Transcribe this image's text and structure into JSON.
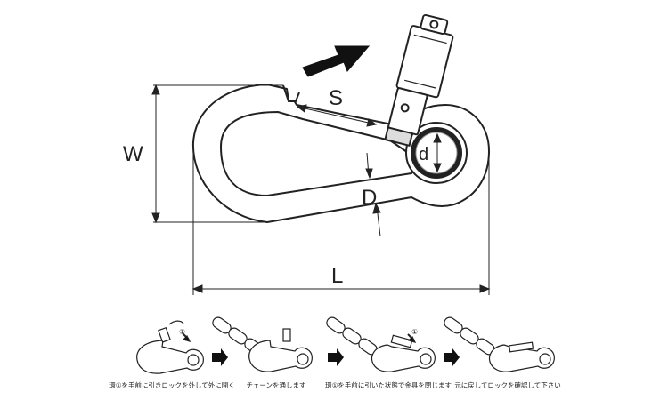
{
  "dimensions": {
    "S": "S",
    "W": "W",
    "D": "D",
    "d": "d",
    "L": "L"
  },
  "steps": [
    {
      "caption": "環①を手前に引きロックを外して外に開く"
    },
    {
      "caption": "チェーンを通します"
    },
    {
      "caption": "環①を手前に引いた状態で金具を閉じます"
    },
    {
      "caption": "元に戻してロックを確認して下さい"
    }
  ],
  "step_marker": "①",
  "colors": {
    "line": "#222222",
    "fill": "#ffffff",
    "shade": "#cccccc"
  }
}
